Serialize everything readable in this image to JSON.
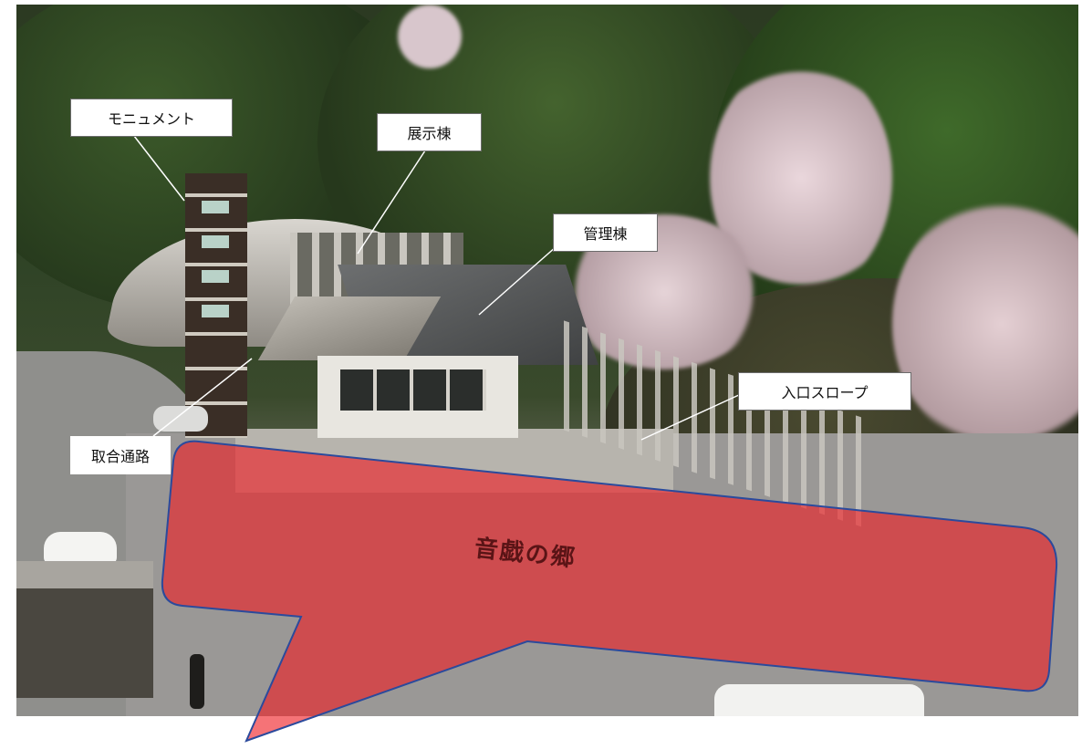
{
  "image": {
    "subject": "aerial-view-of-facility-with-callouts",
    "accent_color": "#e8262a",
    "outline_color": "#2b4a9c"
  },
  "labels": {
    "monument": "モニュメント",
    "exhibition": "展示棟",
    "management": "管理棟",
    "entrance_slope": "入口スロープ",
    "connecting_passage": "取合通路"
  },
  "roof_sign": "音戯の郷"
}
